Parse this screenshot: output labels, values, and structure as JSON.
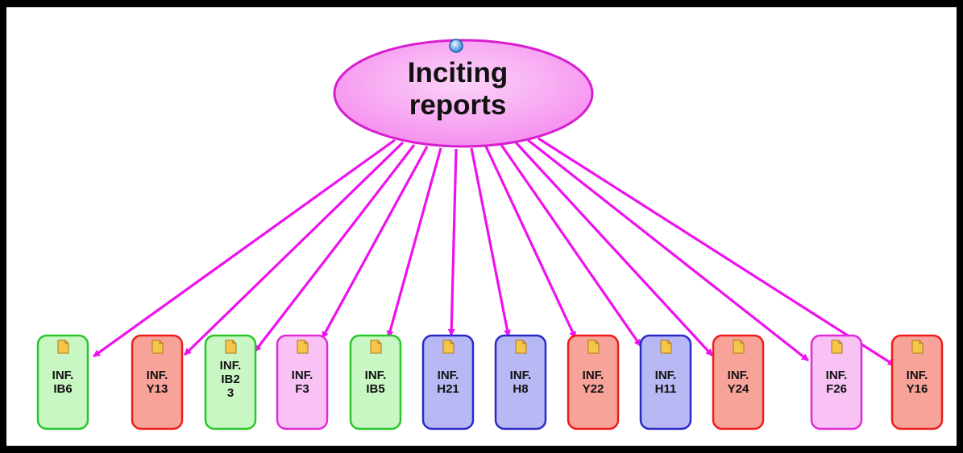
{
  "root": {
    "title_lines": [
      "Inciting",
      "reports"
    ],
    "fill": "#f79af2",
    "stroke": "#d81fd0"
  },
  "edge_color": "#ee11ee",
  "palette": {
    "green": {
      "fill": "#c9f7c4",
      "stroke": "#29c72a"
    },
    "red": {
      "fill": "#f8a39a",
      "stroke": "#ec1d1d"
    },
    "pink": {
      "fill": "#f9c2f5",
      "stroke": "#e02ad8"
    },
    "blue": {
      "fill": "#b7b8f4",
      "stroke": "#2a2ac8"
    }
  },
  "nodes": [
    {
      "id": "ib6",
      "lines": [
        "INF.",
        "IB6"
      ],
      "color": "green"
    },
    {
      "id": "y13",
      "lines": [
        "INF.",
        "Y13"
      ],
      "color": "red"
    },
    {
      "id": "ib23",
      "lines": [
        "INF.",
        "IB2",
        "3"
      ],
      "color": "green"
    },
    {
      "id": "f3",
      "lines": [
        "INF.",
        "F3"
      ],
      "color": "pink"
    },
    {
      "id": "ib5",
      "lines": [
        "INF.",
        "IB5"
      ],
      "color": "green"
    },
    {
      "id": "h21",
      "lines": [
        "INF.",
        "H21"
      ],
      "color": "blue"
    },
    {
      "id": "h8",
      "lines": [
        "INF.",
        "H8"
      ],
      "color": "blue"
    },
    {
      "id": "y22",
      "lines": [
        "INF.",
        "Y22"
      ],
      "color": "red"
    },
    {
      "id": "h11",
      "lines": [
        "INF.",
        "H11"
      ],
      "color": "blue"
    },
    {
      "id": "y24",
      "lines": [
        "INF.",
        "Y24"
      ],
      "color": "red"
    },
    {
      "id": "f26",
      "lines": [
        "INF.",
        "F26"
      ],
      "color": "pink"
    },
    {
      "id": "y16",
      "lines": [
        "INF.",
        "Y16"
      ],
      "color": "red"
    }
  ],
  "icons": {
    "root_badge": "blue-circle-icon",
    "node_badge": "document-icon"
  }
}
